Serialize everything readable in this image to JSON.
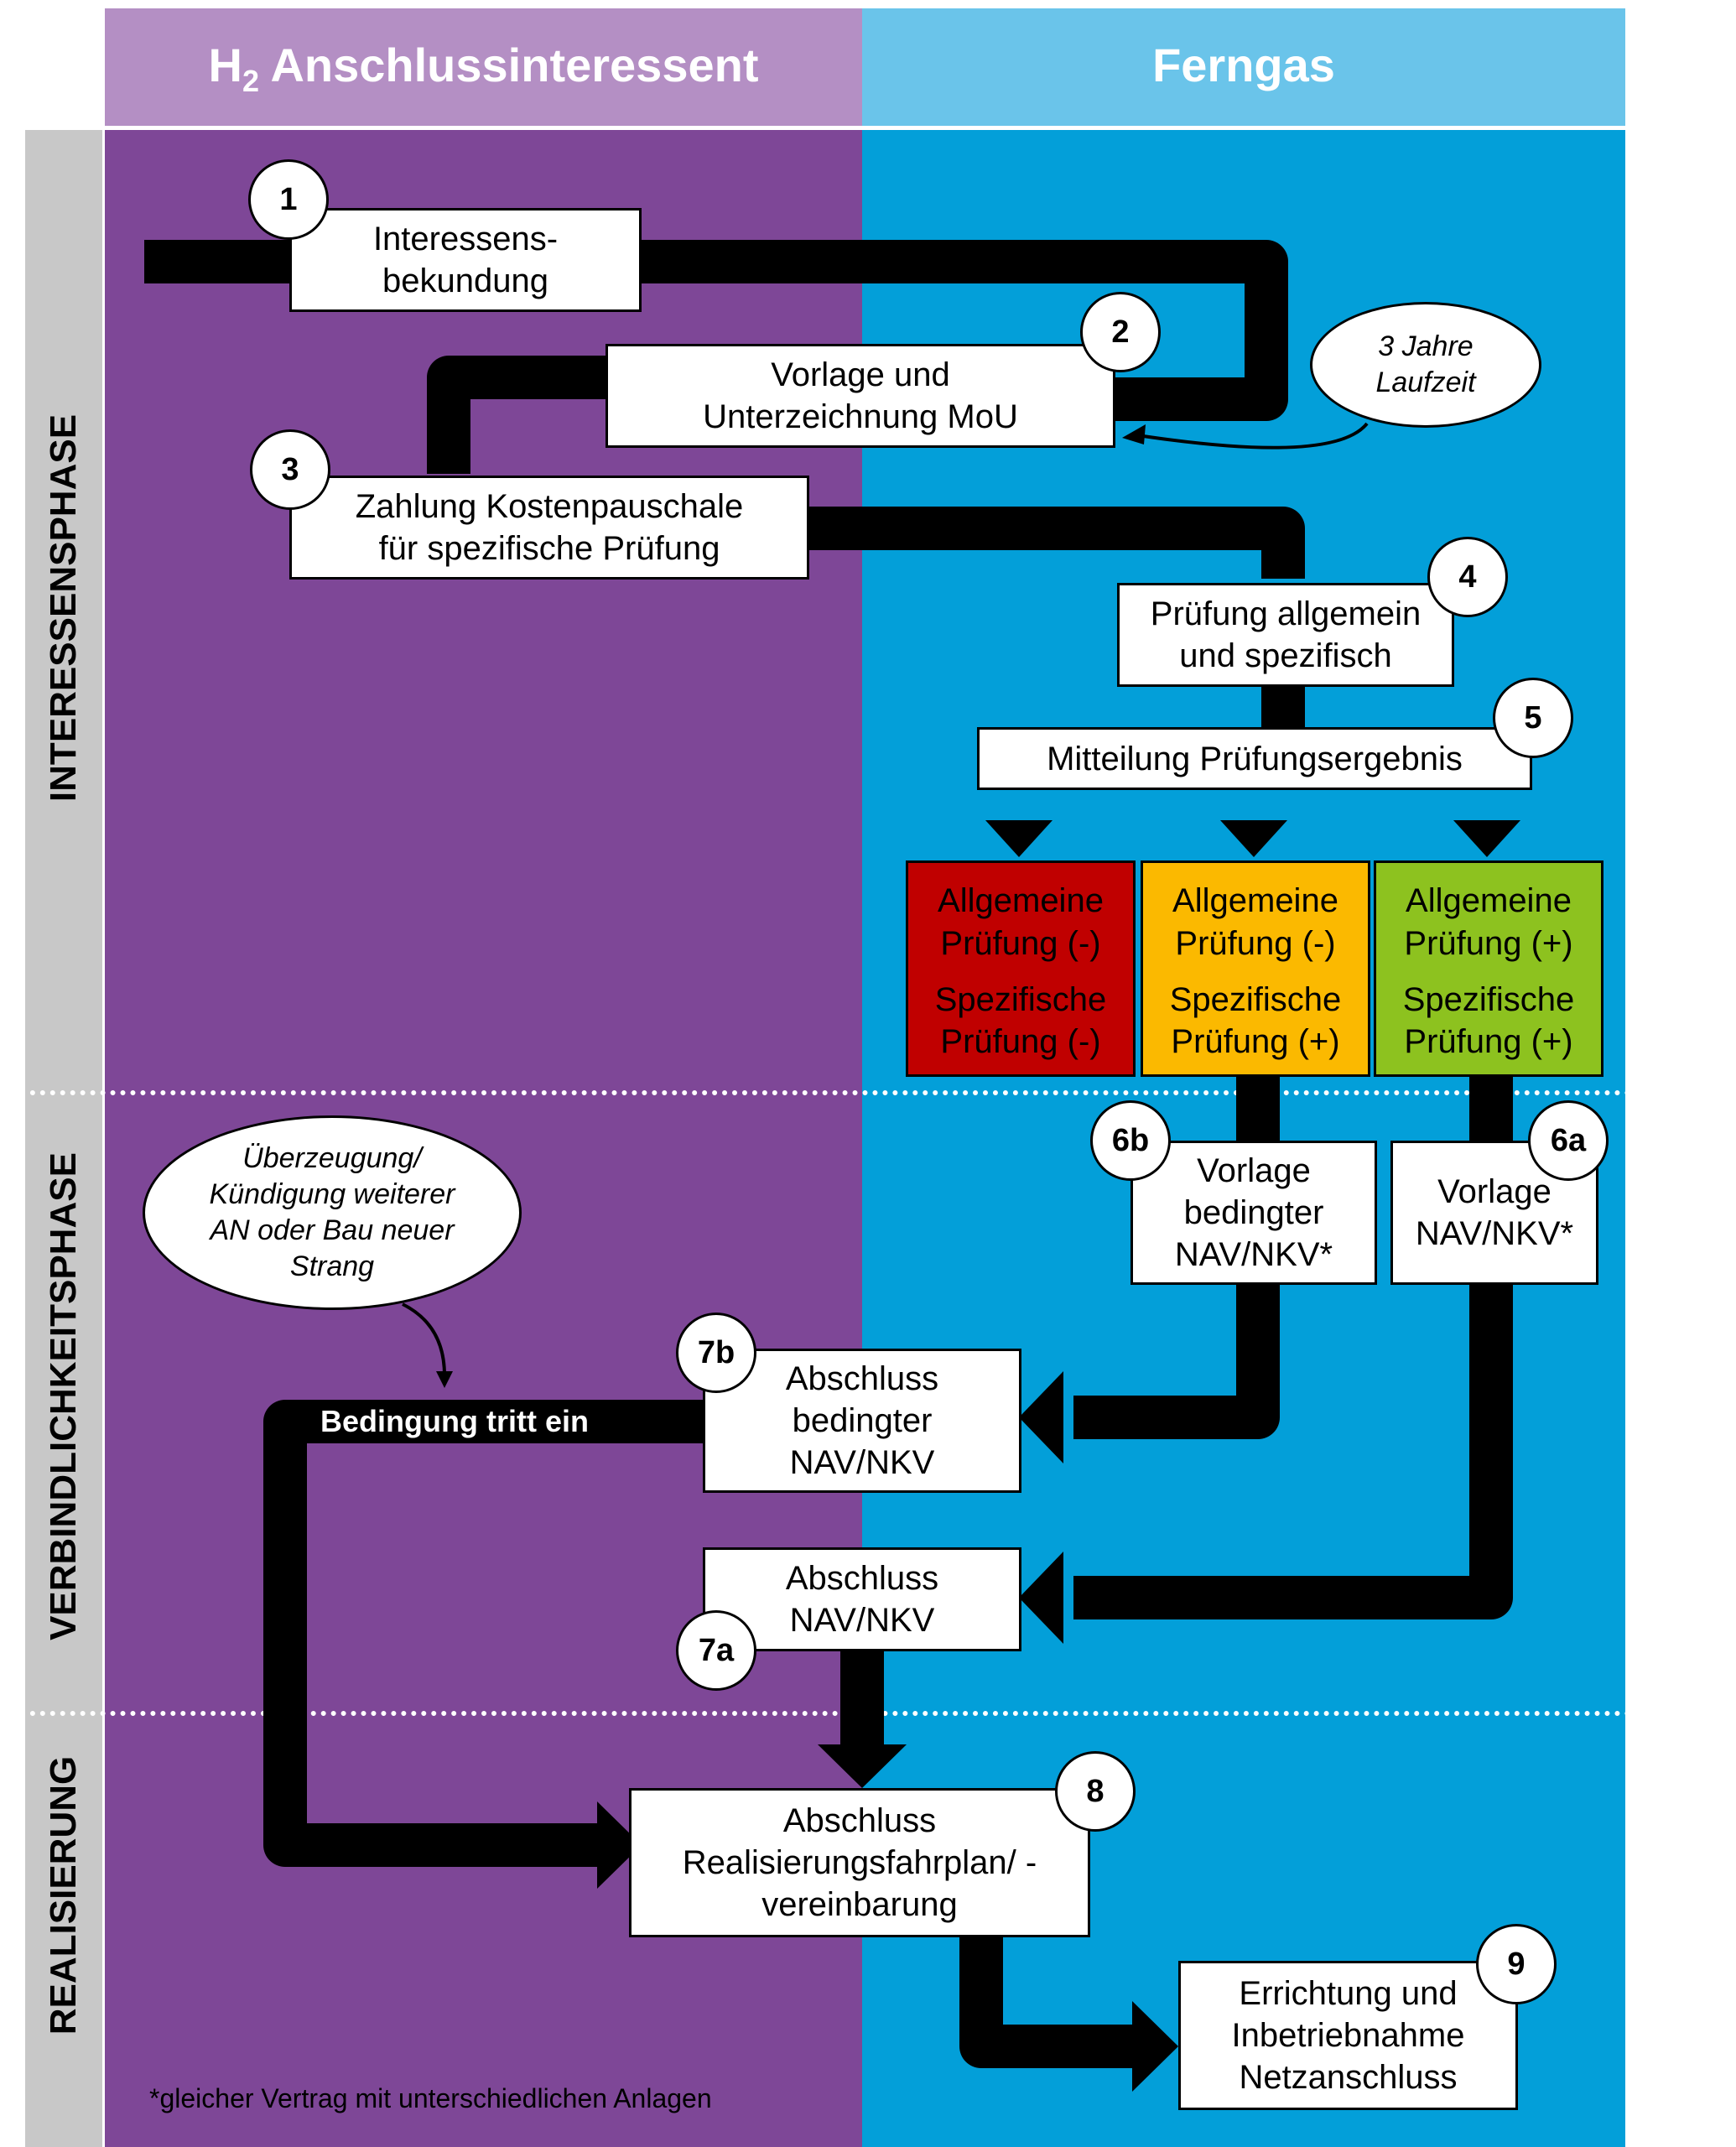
{
  "header": {
    "left_title_main": "H",
    "left_title_sub": "2",
    "left_title_rest": " Anschlussinteressent",
    "right_title": "Ferngas"
  },
  "phases": {
    "p1": "INTERESSENSPHASE",
    "p2": "VERBINDLICHKEITSPHASE",
    "p3": "REALISIERUNG"
  },
  "steps": {
    "s1": "Interessens-\nbekundung",
    "s2": "Vorlage und\nUnterzeichnung MoU",
    "s3": "Zahlung Kostenpauschale\nfür spezifische Prüfung",
    "s4": "Prüfung allgemein\nund spezifisch",
    "s5": "Mitteilung Prüfungsergebnis",
    "s6b": "Vorlage\nbedingter\nNAV/NKV*",
    "s6a": "Vorlage\nNAV/NKV*",
    "s7b": "Abschluss\nbedingter\nNAV/NKV",
    "s7a": "Abschluss\nNAV/NKV",
    "s8": "Abschluss\nRealisierungsfahrplan/ -\nvereinbarung",
    "s9": "Errichtung und\nInbetriebnahme\nNetzanschluss"
  },
  "badges": {
    "b1": "1",
    "b2": "2",
    "b3": "3",
    "b4": "4",
    "b5": "5",
    "b6b": "6b",
    "b6a": "6a",
    "b7b": "7b",
    "b7a": "7a",
    "b8": "8",
    "b9": "9"
  },
  "results": {
    "red_l1": "Allgemeine",
    "red_l2": "Prüfung (-)",
    "red_l3": "Spezifische",
    "red_l4": "Prüfung (-)",
    "yellow_l1": "Allgemeine",
    "yellow_l2": "Prüfung (-)",
    "yellow_l3": "Spezifische",
    "yellow_l4": "Prüfung (+)",
    "green_l1": "Allgemeine",
    "green_l2": "Prüfung (+)",
    "green_l3": "Spezifische",
    "green_l4": "Prüfung (+)"
  },
  "ellipses": {
    "e1": "3 Jahre\nLaufzeit",
    "e2": "Überzeugung/\nKündigung weiterer\nAN oder Bau neuer\nStrang"
  },
  "labels": {
    "condition": "Bedingung tritt ein",
    "footnote": "*gleicher Vertrag mit unterschiedlichen Anlagen"
  },
  "colors": {
    "purple_header": "#b48fc4",
    "blue_header": "#6ac4ea",
    "purple_lane": "#7e4797",
    "blue_lane": "#039fd9",
    "red": "#c00000",
    "yellow": "#fbb900",
    "green": "#8dc21f",
    "phase_bar": "#c8c8c8"
  }
}
